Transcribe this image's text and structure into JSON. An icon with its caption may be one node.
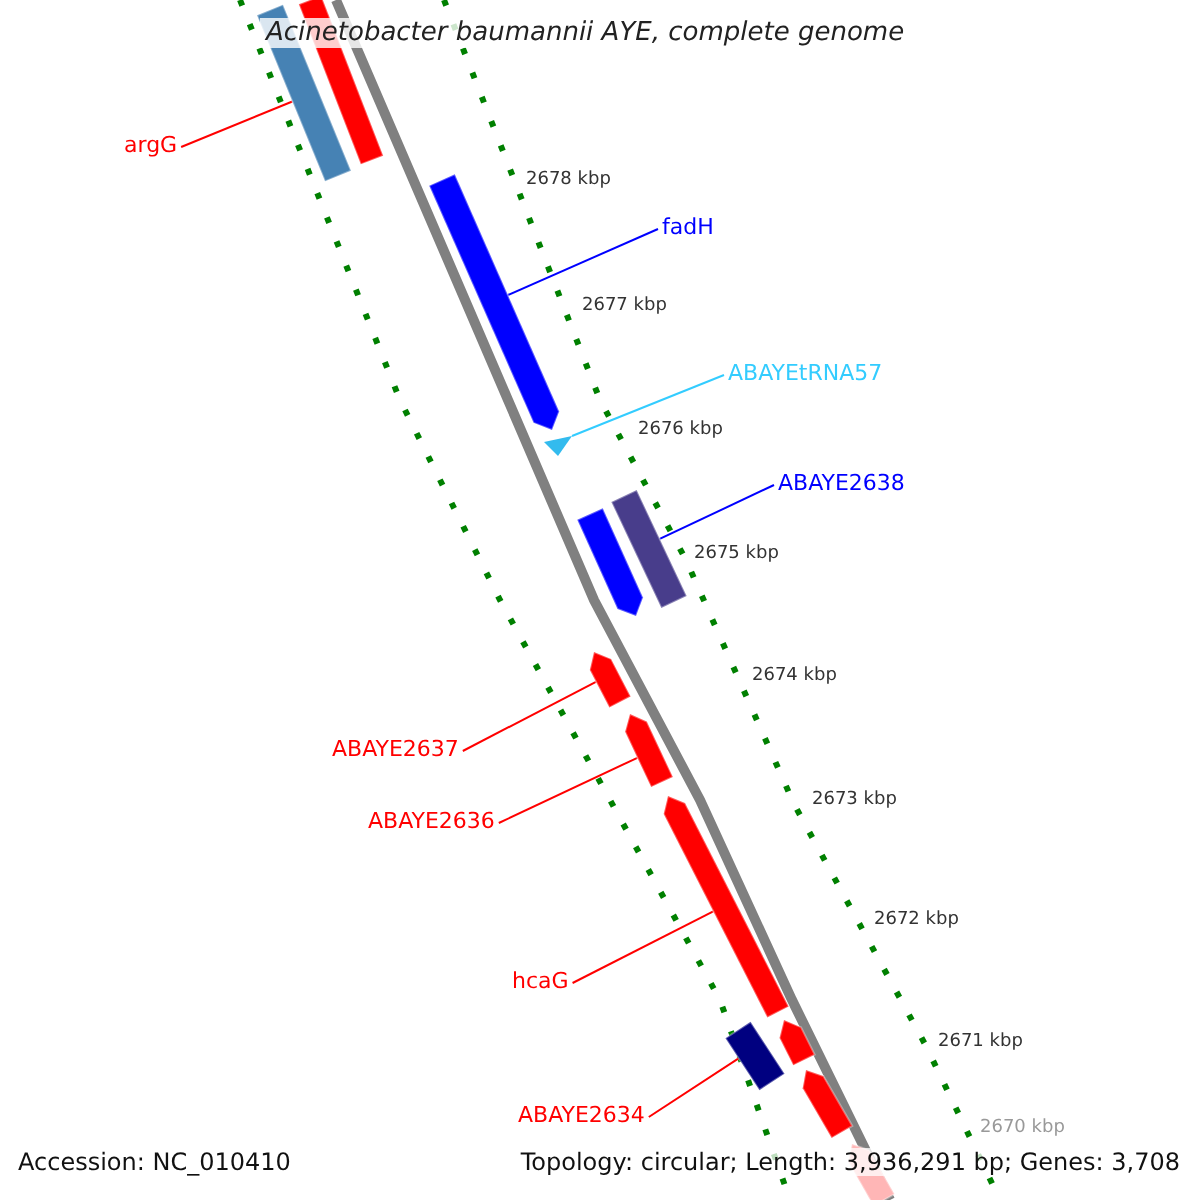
{
  "diagram": {
    "title": "Acinetobacter baumannii AYE, complete genome",
    "nodes": [
      {
        "text": [
          "argG"
        ]
      },
      {
        "text": [],
        "shape": "bar"
      },
      {
        "text": [],
        "shape": "bar"
      },
      {
        "text": [
          "fadH"
        ]
      },
      {
        "text": [],
        "shape": "bar"
      },
      {
        "text": [
          "ABAYEtRNA57"
        ]
      },
      {
        "text": [],
        "shape": "triangle"
      },
      {
        "text": [
          "ABAYE2638"
        ]
      },
      {
        "text": [],
        "shape": "bar"
      },
      {
        "text": [],
        "shape": "bar"
      },
      {
        "text": [
          "ABAYE2637"
        ]
      },
      {
        "text": [],
        "shape": "bar"
      },
      {
        "text": [
          "ABAYE2636"
        ]
      },
      {
        "text": [],
        "shape": "bar"
      },
      {
        "text": [
          "hcaG"
        ]
      },
      {
        "text": [],
        "shape": "bar"
      },
      {
        "text": [],
        "shape": "bar"
      },
      {
        "text": [],
        "shape": "bar"
      },
      {
        "text": [
          "ABAYE2634"
        ]
      },
      {
        "text": [],
        "shape": "bar"
      },
      {
        "text": [],
        "shape": "bar"
      }
    ],
    "edges": [
      {
        "from": 0,
        "to": 1,
        "arrow": "none"
      },
      {
        "from": 3,
        "to": 4,
        "arrow": "none",
        "color": "#0000ff"
      },
      {
        "from": 5,
        "to": 6,
        "arrow": "none",
        "color": "#33ccff"
      },
      {
        "from": 7,
        "to": 9,
        "arrow": "none",
        "color": "#0000ff"
      },
      {
        "from": 10,
        "to": 11,
        "arrow": "none"
      },
      {
        "from": 12,
        "to": 13,
        "arrow": "none"
      },
      {
        "from": 14,
        "to": 15,
        "arrow": "none"
      },
      {
        "from": 18,
        "to": 17,
        "arrow": "none"
      }
    ],
    "labels": [
      "2678 kbp",
      "2677 kbp",
      "2676 kbp",
      "2675 kbp",
      "2674 kbp",
      "2673 kbp",
      "2672 kbp",
      "2671 kbp",
      "2670 kbp",
      "Accession: NC_010410",
      "Topology: circular; Length: 3,936,291 bp; Genes: 3,708"
    ]
  }
}
